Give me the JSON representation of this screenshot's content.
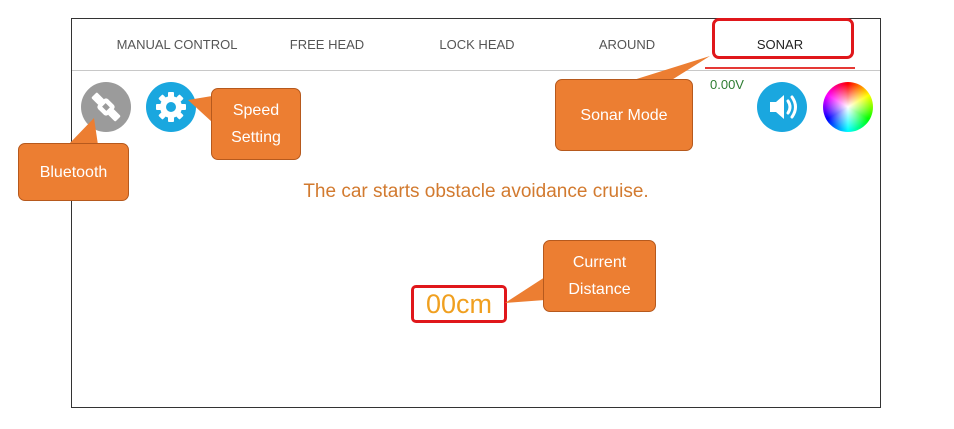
{
  "tabs": [
    {
      "label": "MANUAL CONTROL",
      "active": false
    },
    {
      "label": "FREE HEAD",
      "active": false
    },
    {
      "label": "LOCK HEAD",
      "active": false
    },
    {
      "label": "AROUND",
      "active": false
    },
    {
      "label": "SONAR",
      "active": true
    }
  ],
  "status": {
    "voltage": "0.00V"
  },
  "main": {
    "message": "The car starts obstacle avoidance cruise.",
    "distance": "00cm"
  },
  "icons": {
    "bluetooth": "bluetooth-icon",
    "settings": "gear-icon",
    "sound": "speaker-icon",
    "color": "color-wheel-icon"
  },
  "annotations": {
    "bluetooth": "Bluetooth",
    "speed_setting": "Speed Setting",
    "sonar_mode": "Sonar Mode",
    "current_distance": "Current Distance"
  },
  "colors": {
    "accent": "#1aa7df",
    "message": "#d27a2f",
    "distance": "#f0a020",
    "voltage": "#2e7d32",
    "callout": "#ec7e32",
    "highlight": "#e0171b",
    "tab_underline": "#e53935"
  }
}
